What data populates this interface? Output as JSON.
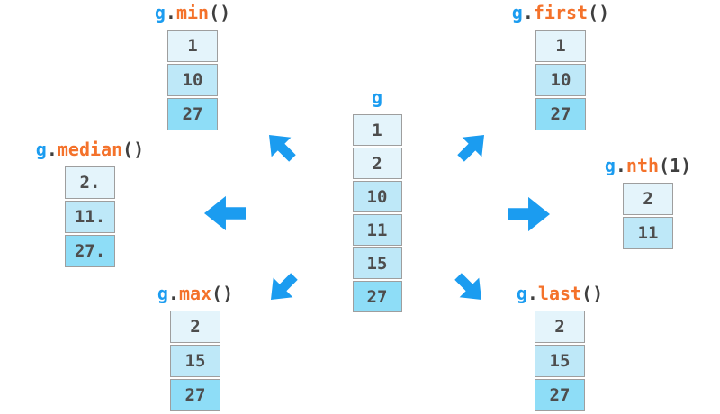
{
  "diagram": {
    "description": "GroupBy aggregation diagram: source column g with six aggregation results",
    "source": {
      "label": "g",
      "cells": [
        "1",
        "2",
        "10",
        "11",
        "15",
        "27"
      ],
      "cell_shades": [
        "light",
        "light",
        "medium",
        "medium",
        "medium",
        "dark"
      ]
    },
    "ops": {
      "min": {
        "object": "g",
        "dot": ".",
        "method": "min",
        "args": "()",
        "cells": [
          "1",
          "10",
          "27"
        ],
        "cell_shades": [
          "light",
          "medium",
          "dark"
        ]
      },
      "first": {
        "object": "g",
        "dot": ".",
        "method": "first",
        "args": "()",
        "cells": [
          "1",
          "10",
          "27"
        ],
        "cell_shades": [
          "light",
          "medium",
          "dark"
        ]
      },
      "median": {
        "object": "g",
        "dot": ".",
        "method": "median",
        "args": "()",
        "cells": [
          "2.",
          "11.",
          "27."
        ],
        "cell_shades": [
          "light",
          "medium",
          "dark"
        ]
      },
      "nth": {
        "object": "g",
        "dot": ".",
        "method": "nth",
        "args": "(1)",
        "cells": [
          "2",
          "11"
        ],
        "cell_shades": [
          "light",
          "medium"
        ]
      },
      "max": {
        "object": "g",
        "dot": ".",
        "method": "max",
        "args": "()",
        "cells": [
          "2",
          "15",
          "27"
        ],
        "cell_shades": [
          "light",
          "medium",
          "dark"
        ]
      },
      "last": {
        "object": "g",
        "dot": ".",
        "method": "last",
        "args": "()",
        "cells": [
          "2",
          "15",
          "27"
        ],
        "cell_shades": [
          "light",
          "medium",
          "dark"
        ]
      }
    },
    "arrows": [
      {
        "icon": "arrow-up-left-icon",
        "direction": "up-left"
      },
      {
        "icon": "arrow-left-icon",
        "direction": "left"
      },
      {
        "icon": "arrow-down-left-icon",
        "direction": "down-left"
      },
      {
        "icon": "arrow-up-right-icon",
        "direction": "up-right"
      },
      {
        "icon": "arrow-right-icon",
        "direction": "right"
      },
      {
        "icon": "arrow-down-right-icon",
        "direction": "down-right"
      }
    ]
  },
  "colors": {
    "blue": "#1b9cf0",
    "orange": "#f4722b",
    "text_dark": "#4d4d4d",
    "punct_dark": "#3f3f3f",
    "cell_light": "#e4f4fb",
    "cell_medium": "#bee8f8",
    "cell_dark": "#8eddf7",
    "border": "#9e9e9e",
    "background": "#ffffff"
  }
}
